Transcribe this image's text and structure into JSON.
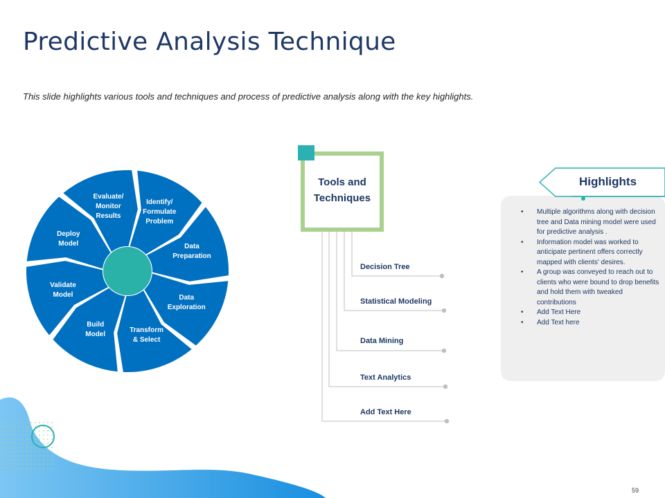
{
  "slide": {
    "title": "Predictive Analysis Technique",
    "subtitle": "This slide highlights various tools and techniques and process of predictive analysis along with the key highlights.",
    "page_number": "59"
  },
  "cycle": {
    "center_color": "#2ab1a8",
    "segment_color": "#0070c0",
    "steps": [
      {
        "label": "Identify/\nFormulate\nProblem"
      },
      {
        "label": "Data\nPreparation"
      },
      {
        "label": "Data\nExploration"
      },
      {
        "label": "Transform\n& Select"
      },
      {
        "label": "Build\nModel"
      },
      {
        "label": "Validate\nModel"
      },
      {
        "label": "Deploy\nModel"
      },
      {
        "label": "Evaluate/\nMonitor\nResults"
      }
    ]
  },
  "tools": {
    "title": "Tools and\nTechniques",
    "accent_color": "#a9d18e",
    "items": [
      {
        "label": "Decision Tree"
      },
      {
        "label": "Statistical Modeling"
      },
      {
        "label": "Data Mining"
      },
      {
        "label": "Text Analytics"
      },
      {
        "label": "Add Text Here"
      }
    ]
  },
  "highlights": {
    "title": "Highlights",
    "items": [
      "Multiple algorithms along with decision tree and Data mining model were used for predictive analysis .",
      "Information model was worked to anticipate pertinent offers correctly mapped with clients' desires.",
      " A group was conveyed to reach out to clients who were bound to drop benefits and hold them with tweaked contributions",
      "Add Text Here",
      "Add Text here"
    ]
  }
}
